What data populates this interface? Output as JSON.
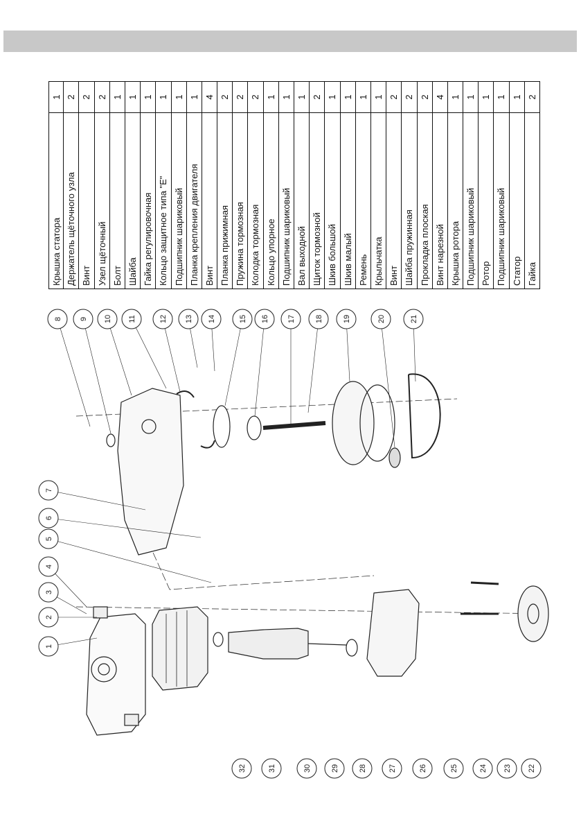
{
  "parts": [
    {
      "name": "Крышка статора",
      "qty": "1"
    },
    {
      "name": "Держатель щёточного узла",
      "qty": "2"
    },
    {
      "name": "Винт",
      "qty": "2"
    },
    {
      "name": "Узел щёточный",
      "qty": "2"
    },
    {
      "name": "Болт",
      "qty": "1"
    },
    {
      "name": "Шайба",
      "qty": "1"
    },
    {
      "name": "Гайка регулировочная",
      "qty": "1"
    },
    {
      "name": "Кольцо защитное типа \"E\"",
      "qty": "1"
    },
    {
      "name": "Подшипник шариковый",
      "qty": "1"
    },
    {
      "name": "Планка крепления двигателя",
      "qty": "1"
    },
    {
      "name": "Винт",
      "qty": "4"
    },
    {
      "name": "Планка прижимная",
      "qty": "2"
    },
    {
      "name": "Пружина тормозная",
      "qty": "2"
    },
    {
      "name": "Колодка тормозная",
      "qty": "2"
    },
    {
      "name": "Кольцо упорное",
      "qty": "1"
    },
    {
      "name": "Подшипник шариковый",
      "qty": "1"
    },
    {
      "name": "Вал выходной",
      "qty": "1"
    },
    {
      "name": "Щиток тормозной",
      "qty": "2"
    },
    {
      "name": "Шкив большой",
      "qty": "1"
    },
    {
      "name": "Шкив малый",
      "qty": "1"
    },
    {
      "name": "Ремень",
      "qty": "1"
    },
    {
      "name": "Крыльчатка",
      "qty": "1"
    },
    {
      "name": "Винт",
      "qty": "2"
    },
    {
      "name": "Шайба пружинная",
      "qty": "2"
    },
    {
      "name": "Прокладка плоская",
      "qty": "2"
    },
    {
      "name": "Винт нарезной",
      "qty": "4"
    },
    {
      "name": "Крышка ротора",
      "qty": "1"
    },
    {
      "name": "Подшипник шариковый",
      "qty": "1"
    },
    {
      "name": "Ротор",
      "qty": "1"
    },
    {
      "name": "Подшипник шариковый",
      "qty": "1"
    },
    {
      "name": "Статор",
      "qty": "1"
    },
    {
      "name": "Гайка",
      "qty": "2"
    }
  ],
  "callouts": [
    "1",
    "2",
    "3",
    "4",
    "5",
    "6",
    "7",
    "8",
    "9",
    "10",
    "11",
    "12",
    "13",
    "14",
    "15",
    "16",
    "17",
    "18",
    "19",
    "20",
    "21",
    "22",
    "23",
    "24",
    "25",
    "26",
    "27",
    "28",
    "29",
    "30",
    "31",
    "32"
  ]
}
